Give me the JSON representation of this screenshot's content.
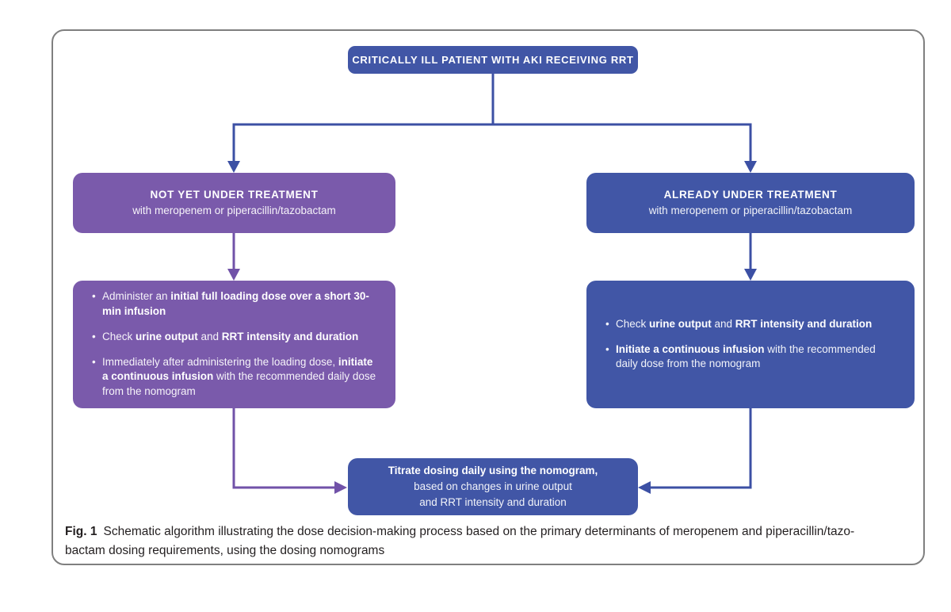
{
  "figure": {
    "colors": {
      "box_blue": "#4156a6",
      "box_purple": "#7a5aab",
      "arrow_blue": "#3c50a4",
      "arrow_purple": "#7152a8",
      "card_border": "#7f7f7f"
    },
    "root": {
      "title": "CRITICALLY ILL PATIENT WITH AKI RECEIVING RRT"
    },
    "left_branch": {
      "title": "NOT YET UNDER TREATMENT",
      "subtitle": "with meropenem or piperacillin/tazobactam"
    },
    "right_branch": {
      "title": "ALREADY UNDER TREATMENT",
      "subtitle": "with meropenem or piperacillin/tazobactam"
    },
    "left_steps": {
      "bullets": [
        {
          "segments": [
            {
              "t": "Administer an ",
              "b": false
            },
            {
              "t": "initial full loading dose over a short 30-min infusion",
              "b": true
            }
          ]
        },
        {
          "segments": [
            {
              "t": "Check ",
              "b": false
            },
            {
              "t": "urine output",
              "b": true
            },
            {
              "t": " and ",
              "b": false
            },
            {
              "t": "RRT intensity and duration",
              "b": true
            }
          ]
        },
        {
          "segments": [
            {
              "t": "Immediately after administering the loading dose, ",
              "b": false
            },
            {
              "t": "initiate a continuous infusion",
              "b": true
            },
            {
              "t": " with the recommended daily dose from the nomogram",
              "b": false
            }
          ]
        }
      ]
    },
    "right_steps": {
      "bullets": [
        {
          "segments": [
            {
              "t": "Check ",
              "b": false
            },
            {
              "t": "urine output",
              "b": true
            },
            {
              "t": " and ",
              "b": false
            },
            {
              "t": "RRT intensity and duration",
              "b": true
            }
          ]
        },
        {
          "segments": [
            {
              "t": "Initiate a continuous infusion",
              "b": true
            },
            {
              "t": " with the recommended daily dose from the nomogram",
              "b": false
            }
          ]
        }
      ]
    },
    "merge": {
      "line1": "Titrate dosing daily using the nomogram,",
      "line2": "based on changes in urine output",
      "line3": "and RRT intensity and duration"
    },
    "caption": {
      "label": "Fig. 1",
      "line1": "Schematic algorithm illustrating the dose decision-making process based on the primary determinants of meropenem and piperacillin/tazo-",
      "line2": "bactam dosing requirements, using the dosing nomograms"
    }
  }
}
